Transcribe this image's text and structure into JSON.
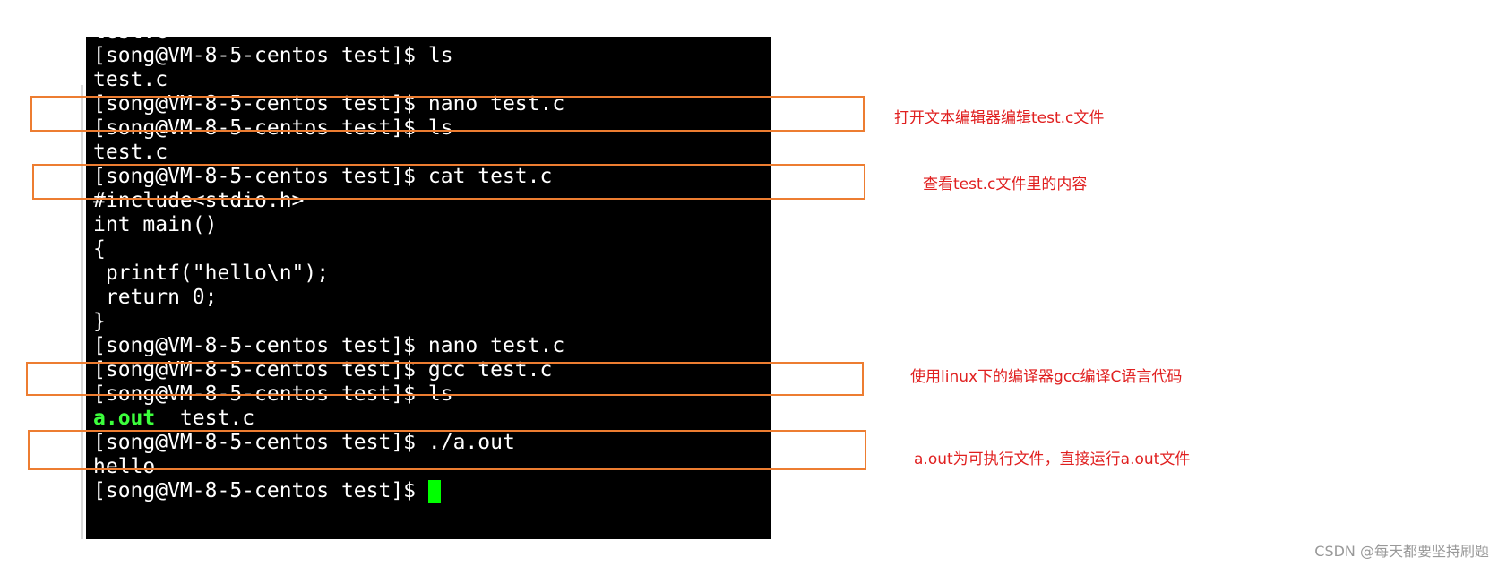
{
  "terminal": {
    "lines": [
      "test.c",
      "[song@VM-8-5-centos test]$ ls",
      "test.c",
      "[song@VM-8-5-centos test]$ nano test.c",
      "[song@VM-8-5-centos test]$ ls",
      "test.c",
      "[song@VM-8-5-centos test]$ cat test.c",
      "#include<stdio.h>",
      "int main()",
      "{",
      " printf(\"hello\\n\");",
      " return 0;",
      "}",
      "[song@VM-8-5-centos test]$ nano test.c",
      "[song@VM-8-5-centos test]$ gcc test.c",
      "[song@VM-8-5-centos test]$ ls"
    ],
    "ls_output": {
      "executable": "a.out",
      "source": "test.c"
    },
    "run_line": "[song@VM-8-5-centos test]$ ./a.out",
    "output": "hello",
    "prompt": "[song@VM-8-5-centos test]$ "
  },
  "annotations": {
    "nano": "打开文本编辑器编辑test.c文件",
    "cat": "查看test.c文件里的内容",
    "gcc": "使用linux下的编译器gcc编译C语言代码",
    "run": "a.out为可执行文件，直接运行a.out文件"
  },
  "watermark": "CSDN @每天都要坚持刷题",
  "colors": {
    "terminal_bg": "#000000",
    "terminal_fg": "#ffffff",
    "executable": "#3cff3c",
    "cursor": "#00ff00",
    "highlight_box": "#ed7d31",
    "annotation_text": "#e02020"
  }
}
